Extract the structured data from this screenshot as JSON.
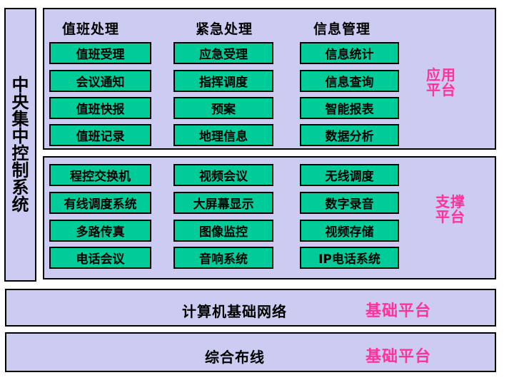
{
  "colors": {
    "page_bg": "#FFFFFF",
    "panel_bg": "#CCCCF2",
    "module_bg": "#00CC99",
    "border": "#000000",
    "accent_pink": "#FF3399",
    "text": "#000000"
  },
  "sidebar": {
    "title": "中央集中控制系统",
    "chars": [
      "中",
      "央",
      "集",
      "中",
      "控",
      "制",
      "系",
      "统"
    ]
  },
  "app_platform": {
    "label_line1": "应用",
    "label_line2": "平台",
    "columns": [
      {
        "header": "值班处理",
        "items": [
          "值班受理",
          "会议通知",
          "值班快报",
          "值班记录"
        ]
      },
      {
        "header": "紧急处理",
        "items": [
          "应急受理",
          "指挥调度",
          "预案",
          "地理信息"
        ]
      },
      {
        "header": "信息管理",
        "items": [
          "信息统计",
          "信息查询",
          "智能报表",
          "数据分析"
        ]
      }
    ]
  },
  "support_platform": {
    "label_line1": "支撑",
    "label_line2": "平台",
    "columns": [
      {
        "items": [
          "程控交换机",
          "有线调度系统",
          "多路传真",
          "电话会议"
        ]
      },
      {
        "items": [
          "视频会议",
          "大屏幕显示",
          "图像监控",
          "音响系统"
        ]
      },
      {
        "items": [
          "无线调度",
          "数字录音",
          "视频存储",
          "IP电话系统"
        ]
      }
    ]
  },
  "base_bars": [
    {
      "title": "计算机基础网络",
      "label": "基础平台"
    },
    {
      "title": "综合布线",
      "label": "基础平台"
    }
  ]
}
